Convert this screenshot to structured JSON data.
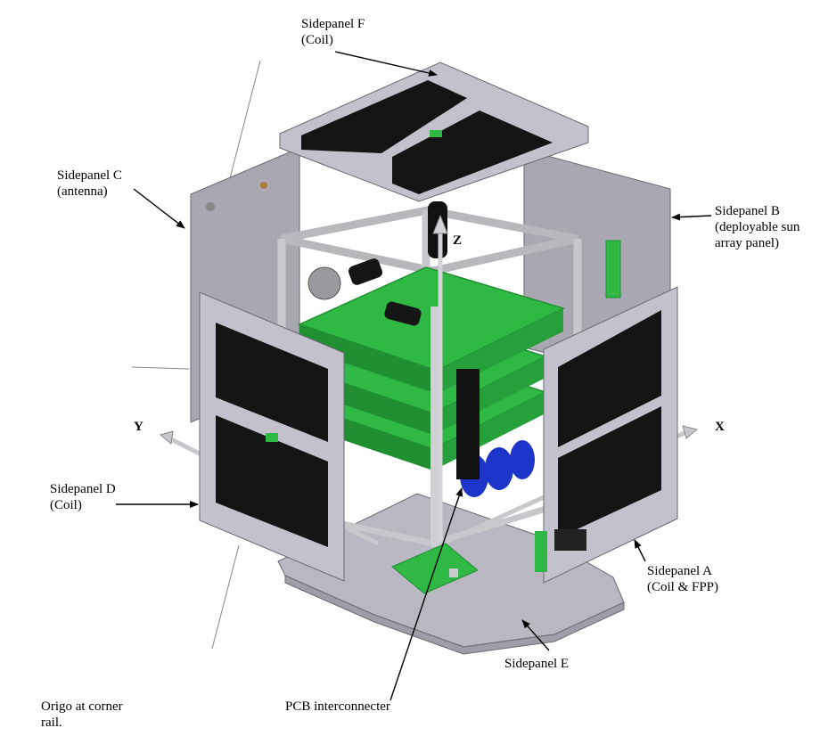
{
  "labels": {
    "panel_f": {
      "name": "Sidepanel F",
      "note": "(Coil)"
    },
    "panel_c": {
      "name": "Sidepanel C",
      "note": "(antenna)"
    },
    "panel_b": {
      "name": "Sidepanel B",
      "note": "(deployable sun",
      "note2": "array panel)"
    },
    "panel_d": {
      "name": "Sidepanel D",
      "note": "(Coil)"
    },
    "panel_a": {
      "name": "Sidepanel A",
      "note": "(Coil & FPP)"
    },
    "panel_e": {
      "name": "Sidepanel E"
    },
    "pcb": "PCB interconnecter",
    "origin": {
      "line1": "Origo at corner",
      "line2": "rail."
    }
  },
  "axes": {
    "x": "X",
    "y": "Y",
    "z": "Z"
  },
  "colors": {
    "panel": "#b9b8c2",
    "panel_dark": "#9f9ea8",
    "solar": "#141414",
    "pcb": "#2fb844",
    "pcb_dark": "#1f8f32",
    "rail": "#c8c8cc",
    "battery": "#1d35c9"
  }
}
